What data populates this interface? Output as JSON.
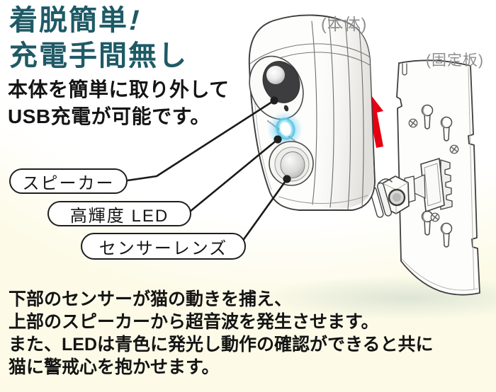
{
  "headline": {
    "line1_text": "着脱簡単",
    "line1_mark": "!",
    "line2": "充電手間無し",
    "color": "#1e5a66"
  },
  "subheadline": {
    "line1": "本体を簡単に取り外して",
    "line2": "USB充電が可能です。"
  },
  "callouts": [
    {
      "label": "スピーカー",
      "target": "speaker"
    },
    {
      "label": "高輝度 LED",
      "target": "led"
    },
    {
      "label": "センサーレンズ",
      "target": "sensor-lens"
    }
  ],
  "diagram": {
    "body_label": "(本体)",
    "plate_label": "(固定板)",
    "arrow_color": "#e60012",
    "led_glow_color": "#5ec9ec",
    "background_cream": "#fdfbe8"
  },
  "description": {
    "lines": [
      "下部のセンサーが猫の動きを捕え、",
      "上部のスピーカーから超音波を発生させます。",
      "また、LEDは青色に発光し動作の確認ができると共に",
      "猫に警戒心を抱かせます。"
    ]
  }
}
